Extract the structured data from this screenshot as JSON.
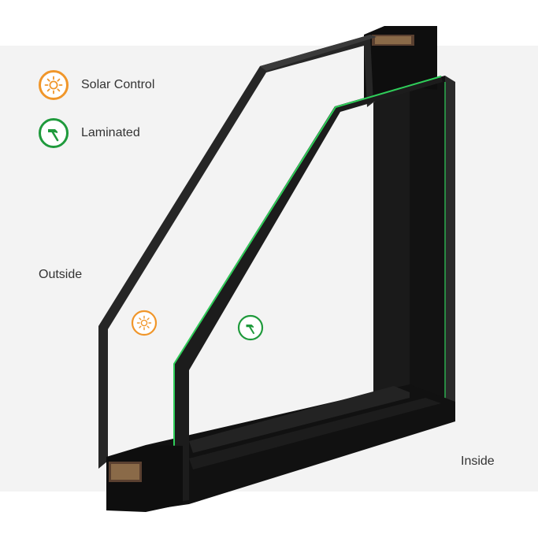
{
  "legend": {
    "solar_control": {
      "label": "Solar Control",
      "color": "#f0962a",
      "icon": "sun-icon"
    },
    "laminated": {
      "label": "Laminated",
      "color": "#1f9a3c",
      "icon": "hammer-icon"
    }
  },
  "labels": {
    "outside": "Outside",
    "inside": "Inside"
  },
  "colors": {
    "frame": "#111111",
    "glass_edge": "#2b2b2b",
    "laminate_edge": "#2fcf5a",
    "spacer_fill": "#8a6a48",
    "background": "#f3f3f3"
  }
}
